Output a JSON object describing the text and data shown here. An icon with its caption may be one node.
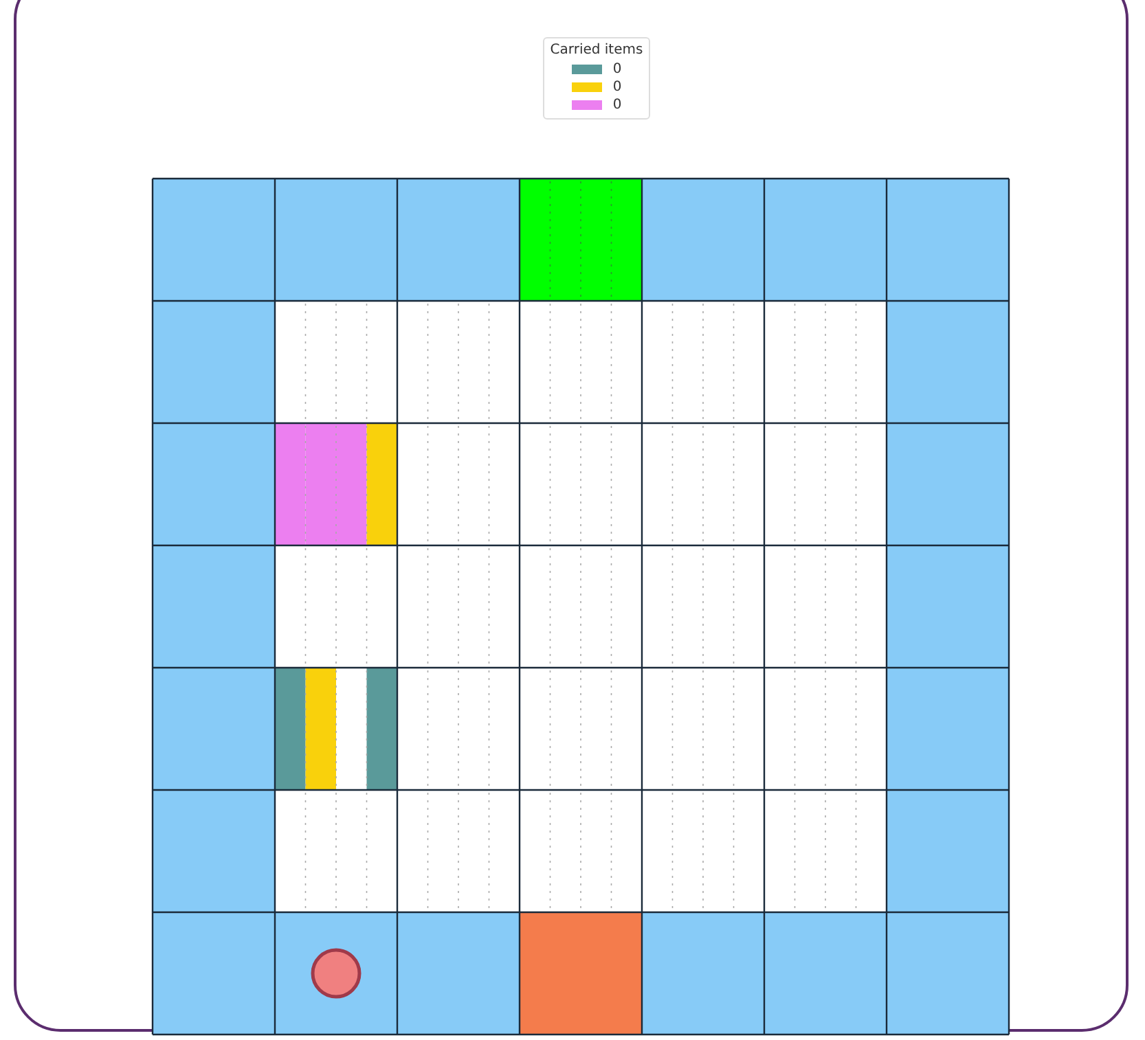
{
  "diagram": {
    "labels": [
      "Carried items"
    ],
    "legend": [
      {
        "text": "0",
        "color": "#5a9a9a"
      },
      {
        "text": "0",
        "color": "#f9d10c"
      },
      {
        "text": "0",
        "color": "#ec7ff0"
      }
    ]
  }
}
